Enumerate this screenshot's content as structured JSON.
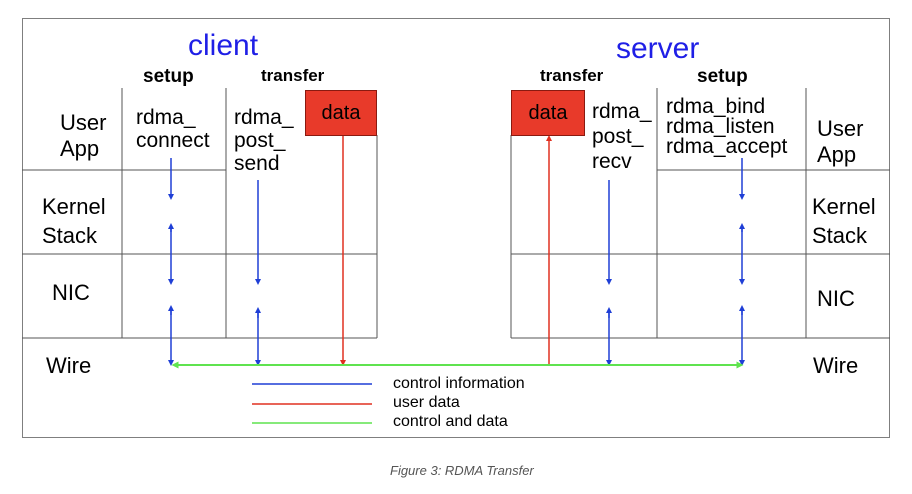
{
  "client": {
    "title": "client",
    "setup_header": "setup",
    "transfer_header": "transfer",
    "setup_call": [
      "rdma_",
      "connect"
    ],
    "transfer_call": [
      "rdma_",
      "post_",
      "send"
    ],
    "data_box": "data"
  },
  "server": {
    "title": "server",
    "setup_header": "setup",
    "transfer_header": "transfer",
    "setup_calls": [
      "rdma_bind",
      "rdma_listen",
      "rdma_accept"
    ],
    "transfer_call": [
      "rdma_",
      "post_",
      "recv"
    ],
    "data_box": "data"
  },
  "layers_left": [
    "User\nApp",
    "Kernel\nStack",
    "NIC",
    "Wire"
  ],
  "layers_right": [
    "User\nApp",
    "Kernel\nStack",
    "NIC",
    "Wire"
  ],
  "legend": [
    {
      "label": "control information",
      "color": "#1f3fd6"
    },
    {
      "label": "user data",
      "color": "#e03020"
    },
    {
      "label": "control and data",
      "color": "#5fe34f"
    }
  ],
  "caption": "Figure 3: RDMA Transfer"
}
